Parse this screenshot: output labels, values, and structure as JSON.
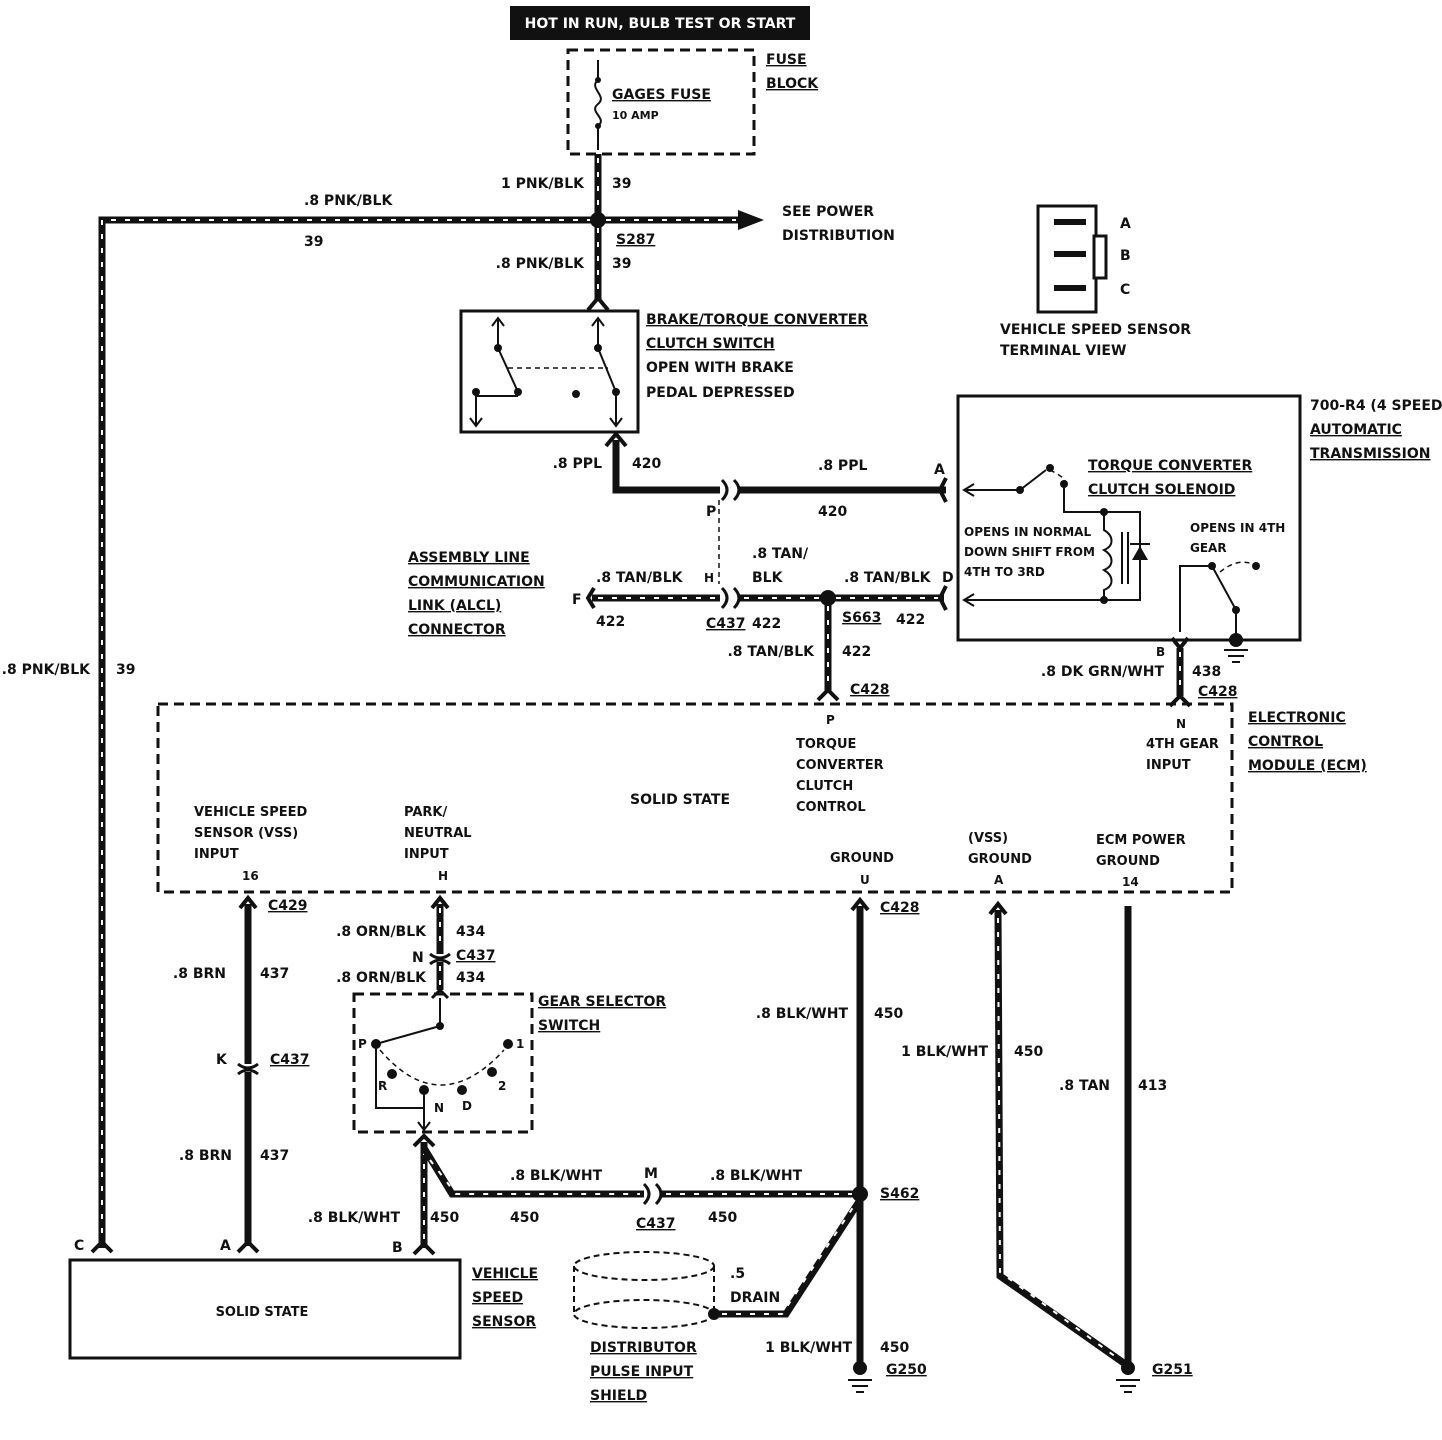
{
  "banner": "HOT IN RUN, BULB TEST OR START",
  "fuse_block": {
    "title_line1": "FUSE",
    "title_line2": "BLOCK",
    "fuse_name": "GAGES FUSE",
    "fuse_rating": "10 AMP"
  },
  "power": {
    "wire_fuse_out": "1 PNK/BLK",
    "circuit_fuse_out": "39",
    "wire_left": ".8 PNK/BLK",
    "circuit_left": "39",
    "splice": "S287",
    "see_line1": "SEE POWER",
    "see_line2": "DISTRIBUTION",
    "wire_down": ".8 PNK/BLK",
    "circuit_down": "39",
    "wire_left_vertical": ".8 PNK/BLK",
    "circuit_left_vertical": "39"
  },
  "brake_switch": {
    "line1": "BRAKE/TORQUE CONVERTER",
    "line2": "CLUTCH SWITCH",
    "line3": "OPEN WITH BRAKE",
    "line4": "PEDAL DEPRESSED"
  },
  "ppl": {
    "wire_down": ".8 PPL",
    "circuit_down": "420",
    "wire_right": ".8 PPL",
    "circuit_right": "420",
    "pin_p": "P",
    "pin_a": "A"
  },
  "vss_terminal": {
    "pins": [
      "A",
      "B",
      "C"
    ],
    "label_line1": "VEHICLE SPEED SENSOR",
    "label_line2": "TERMINAL VIEW"
  },
  "transmission": {
    "line1": "700-R4 (4 SPEED)",
    "line2": "AUTOMATIC",
    "line3": "TRANSMISSION",
    "solenoid_line1": "TORQUE CONVERTER",
    "solenoid_line2": "CLUTCH SOLENOID",
    "opens_normal_1": "OPENS IN NORMAL",
    "opens_normal_2": "DOWN SHIFT FROM",
    "opens_normal_3": "4TH TO 3RD",
    "opens_4th_1": "OPENS IN 4TH",
    "opens_4th_2": "GEAR",
    "pin_d": "D",
    "pin_b": "B"
  },
  "alcl": {
    "line1": "ASSEMBLY LINE",
    "line2": "COMMUNICATION",
    "line3": "LINK (ALCL)",
    "line4": "CONNECTOR",
    "pin_f": "F",
    "pin_h": "H",
    "wire_left": ".8 TAN/BLK",
    "circuit_left": "422",
    "connector": "C437",
    "wire_mid_1": ".8 TAN/",
    "wire_mid_2": "BLK",
    "circuit_mid": "422",
    "splice": "S663",
    "wire_right": ".8 TAN/BLK",
    "circuit_right": "422",
    "wire_down": ".8 TAN/BLK",
    "circuit_down": "422"
  },
  "grn_wire": {
    "wire": ".8 DK GRN/WHT",
    "circuit": "438",
    "connector": "C428"
  },
  "ecm": {
    "connector_top": "C428",
    "title_line1": "ELECTRONIC",
    "title_line2": "CONTROL",
    "title_line3": "MODULE (ECM)",
    "solid_state": "SOLID STATE",
    "pin_p": "P",
    "tcc_1": "TORQUE",
    "tcc_2": "CONVERTER",
    "tcc_3": "CLUTCH",
    "tcc_4": "CONTROL",
    "pin_n": "N",
    "fourth_1": "4TH GEAR",
    "fourth_2": "INPUT",
    "vss_1": "VEHICLE SPEED",
    "vss_2": "SENSOR (VSS)",
    "vss_3": "INPUT",
    "vss_pin": "16",
    "pn_1": "PARK/",
    "pn_2": "NEUTRAL",
    "pn_3": "INPUT",
    "pn_pin": "H",
    "gnd": "GROUND",
    "gnd_pin": "U",
    "vss_gnd_1": "(VSS)",
    "vss_gnd_2": "GROUND",
    "vss_gnd_pin": "A",
    "pwr_gnd_1": "ECM POWER",
    "pwr_gnd_2": "GROUND",
    "pwr_gnd_pin": "14"
  },
  "lower": {
    "c429": "C429",
    "brn_1": ".8 BRN",
    "brn_1_circuit": "437",
    "pin_k": "K",
    "c437_k": "C437",
    "brn_2": ".8 BRN",
    "brn_2_circuit": "437",
    "orn_1": ".8 ORN/BLK",
    "orn_1_circuit": "434",
    "pin_n": "N",
    "c437_n": "C437",
    "orn_2": ".8 ORN/BLK",
    "orn_2_circuit": "434",
    "gear_1": "GEAR SELECTOR",
    "gear_2": "SWITCH",
    "gear_positions": [
      "P",
      "R",
      "N",
      "D",
      "2",
      "1"
    ],
    "c428_gnd": "C428",
    "blkwht_1": ".8 BLK/WHT",
    "blkwht_1_circuit": "450",
    "blkwht_2": "1 BLK/WHT",
    "blkwht_2_circuit": "450",
    "tan": ".8 TAN",
    "tan_circuit": "413",
    "blkwht_3": ".8 BLK/WHT",
    "blkwht_3_circuit": "450",
    "blkwht_4": ".8 BLK/WHT",
    "blkwht_4_circuit": "450",
    "pin_m": "M",
    "c437_m": "C437",
    "blkwht_5": ".8 BLK/WHT",
    "blkwht_5_circuit": "450",
    "splice": "S462",
    "drain_1": ".5",
    "drain_2": "DRAIN",
    "blkwht_6": "1 BLK/WHT",
    "blkwht_6_circuit": "450",
    "g250": "G250",
    "g251": "G251",
    "dist_1": "DISTRIBUTOR",
    "dist_2": "PULSE INPUT",
    "dist_3": "SHIELD"
  },
  "vss_sensor": {
    "solid_state": "SOLID STATE",
    "pin_c": "C",
    "pin_a": "A",
    "pin_b": "B",
    "line1": "VEHICLE",
    "line2": "SPEED",
    "line3": "SENSOR"
  }
}
